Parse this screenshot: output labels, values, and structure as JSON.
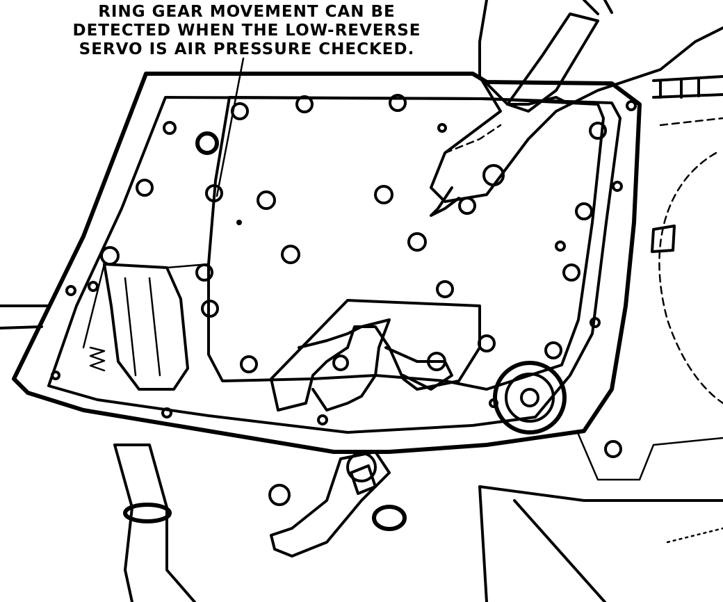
{
  "caption": {
    "lines": [
      "RING GEAR MOVEMENT CAN BE",
      "DETECTED WHEN THE LOW-REVERSE",
      "SERVO IS AIR PRESSURE CHECKED."
    ]
  }
}
